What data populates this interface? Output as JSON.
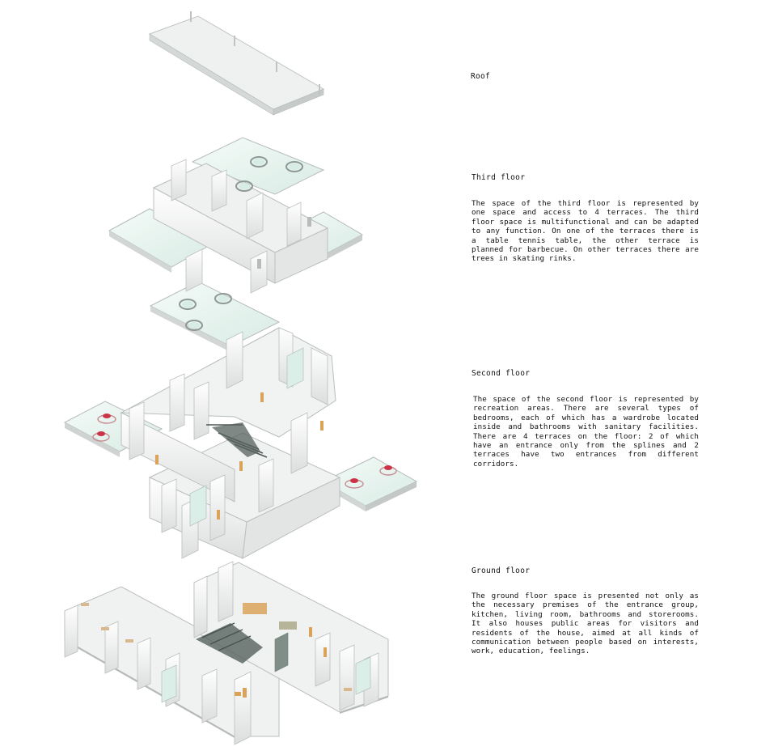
{
  "levels": {
    "roof": {
      "title": "Roof"
    },
    "third": {
      "title": "Third floor",
      "text": "The space of the third floor is represented by one space and access to 4 terraces. The third floor space is multifunctional and can be adapted to any function. On one of the terraces there is a table tennis table, the other terrace is planned for barbecue. On other terraces there are trees in skating rinks."
    },
    "second": {
      "title": "Second floor",
      "text": "The space of the second floor is represented by recreation areas. There are several types of bedrooms, each of which has a wardrobe located inside and bathrooms with sanitary facilities. There are 4 terraces on the floor: 2 of which have an entrance only from the splines and 2 terraces have two entrances from different corridors."
    },
    "ground": {
      "title": "Ground floor",
      "text": "The ground floor space is presented not only as the necessary premises of the entrance group, kitchen, living room, bathrooms and storerooms. It also houses public areas for visitors and residents of the house, aimed at all kinds of communication between people based on interests, work, education, feelings."
    }
  },
  "colors": {
    "slab": "#eef0f0",
    "wall": "#f7f7f7",
    "glass": "#e7f3ef",
    "stair": "#56605c",
    "door": "#d9a35a",
    "accent": "#cc3346"
  }
}
